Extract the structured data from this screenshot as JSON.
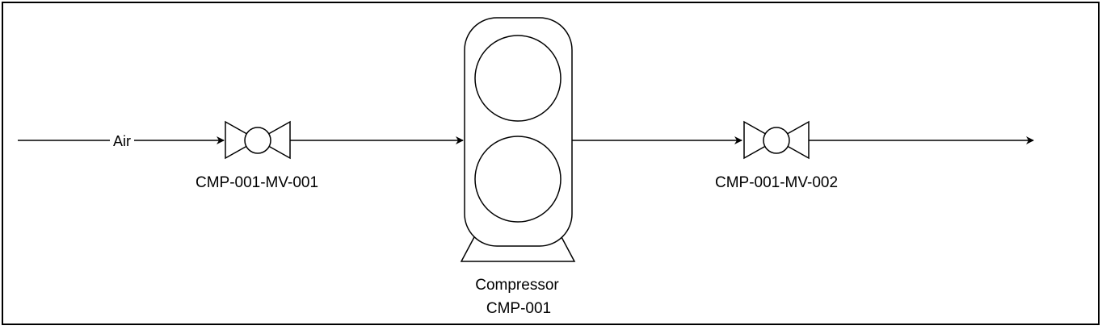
{
  "diagram": {
    "stream_label": "Air",
    "valve_inlet": {
      "tag": "CMP-001-MV-001"
    },
    "valve_outlet": {
      "tag": "CMP-001-MV-002"
    },
    "compressor": {
      "name": "Compressor",
      "tag": "CMP-001"
    }
  },
  "colors": {
    "line": "#000000",
    "background": "#ffffff"
  }
}
